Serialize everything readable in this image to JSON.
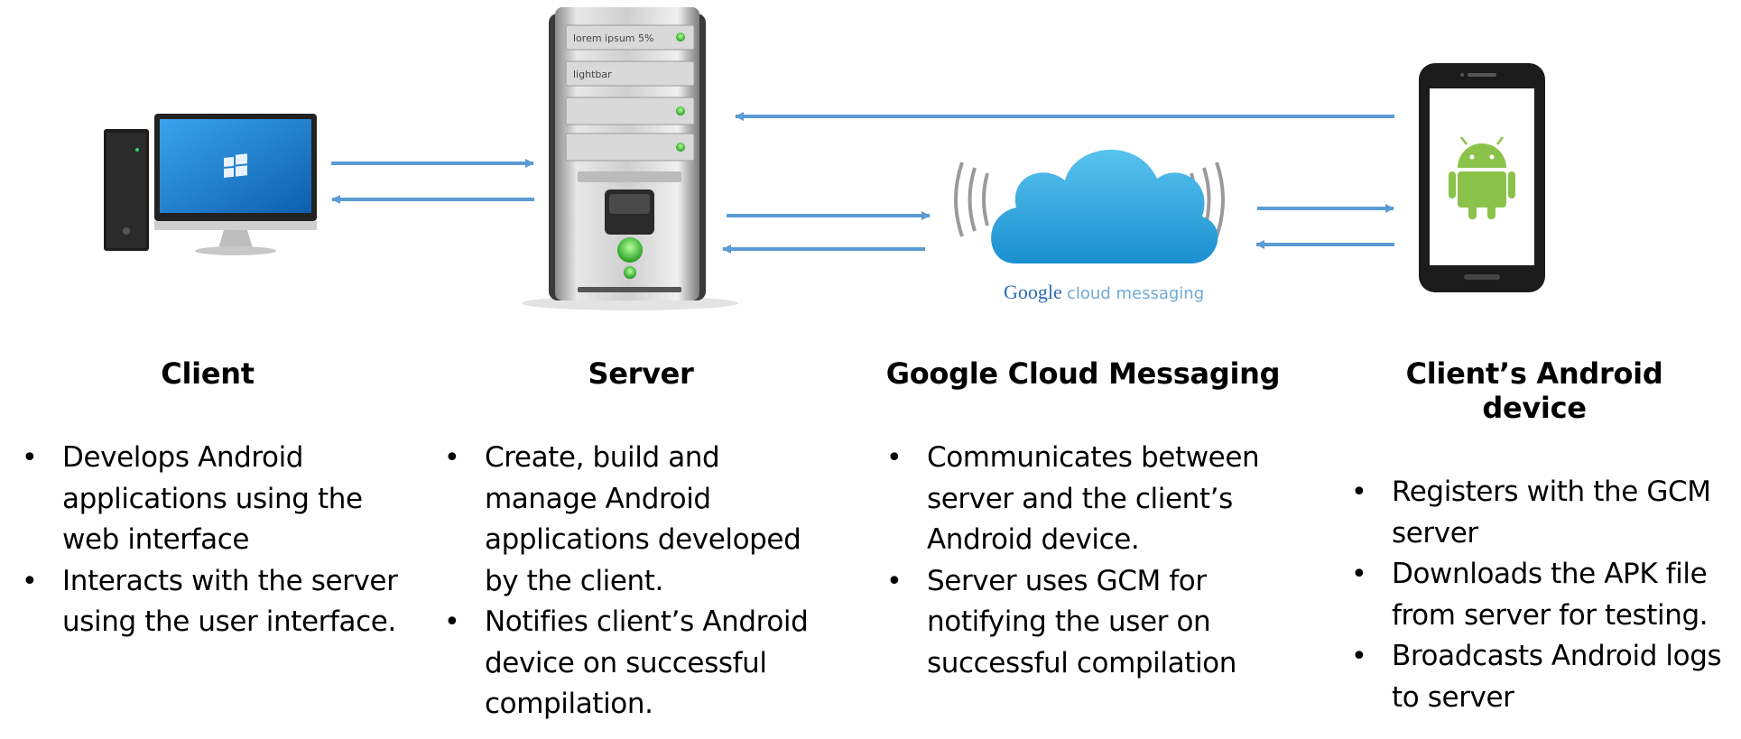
{
  "colors": {
    "arrow": "#5b9bd5",
    "cloud": "#2fa8de",
    "android_green": "#8bc34a",
    "monitor_screen": "#1e88d6"
  },
  "icons": {
    "client": "desktop-computer-icon",
    "server": "server-tower-icon",
    "gcm": "cloud-icon",
    "android": "android-phone-icon"
  },
  "server_labels": [
    "lorem ipsum 5%",
    "lightbar"
  ],
  "gcm_logo": {
    "brand": "Google",
    "product": "cloud messaging"
  },
  "columns": {
    "client": {
      "title": "Client",
      "bullets": [
        "Develops Android applications using the web interface",
        "Interacts with the server using the user interface."
      ]
    },
    "server": {
      "title": "Server",
      "bullets": [
        "Create, build and manage Android applications developed by the client.",
        "Notifies client’s Android device on successful compilation."
      ]
    },
    "gcm": {
      "title": "Google Cloud Messaging",
      "bullets": [
        "Communicates between server and the client’s Android device.",
        "Server uses GCM for notifying the user on successful compilation"
      ]
    },
    "android": {
      "title": "Client’s Android device",
      "bullets": [
        "Registers with the GCM server",
        "Downloads the APK file from server for testing.",
        "Broadcasts Android logs to server"
      ]
    }
  }
}
